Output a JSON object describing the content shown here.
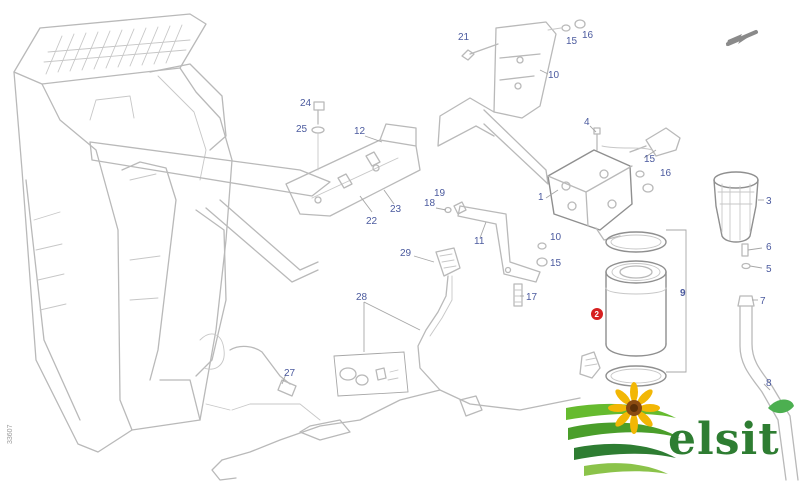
{
  "diagram": {
    "callouts": {
      "c1": "1",
      "c3": "3",
      "c4": "4",
      "c5": "5",
      "c6": "6",
      "c7": "7",
      "c8": "8",
      "c9": "9",
      "c10a": "10",
      "c10b": "10",
      "c11": "11",
      "c12": "12",
      "c15a": "15",
      "c15b": "15",
      "c15c": "15",
      "c16a": "16",
      "c16b": "16",
      "c17": "17",
      "c18": "18",
      "c19": "19",
      "c21": "21",
      "c22": "22",
      "c23": "23",
      "c24": "24",
      "c25": "25",
      "c27": "27",
      "c28": "28",
      "c29": "29"
    },
    "selected_callout": "2",
    "side_id": "33607"
  },
  "logo": {
    "text": "elsit"
  },
  "colors": {
    "line": "#b9b9b9",
    "callout": "#4b5a9e",
    "selected": "#d62020",
    "brand_green": "#2e7d32",
    "sunflower": "#f2b705"
  }
}
